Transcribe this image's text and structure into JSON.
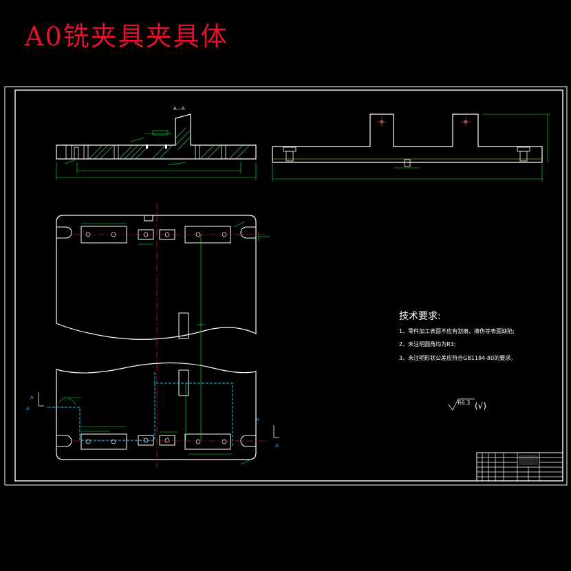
{
  "title": "A0铣夹具夹具体",
  "section_label": "A—A",
  "tech_requirements": {
    "heading": "技术要求:",
    "items": [
      "1、零件加工表面不应有划痕、擦伤等表面缺陷;",
      "2、未注明圆角均为R3;",
      "3、未注明形状公差应符合GB1184-80的要求。"
    ]
  },
  "roughness": {
    "value": "R6.3",
    "note": "(√)"
  },
  "view_marks": [
    "A",
    "A",
    "A",
    "A"
  ],
  "colors": {
    "background": "#000000",
    "outline": "#ffffff",
    "dimension": "#00ff3c",
    "centerline": "#ff2a2a",
    "section": "#00c8ff",
    "title": "#e8102a"
  }
}
